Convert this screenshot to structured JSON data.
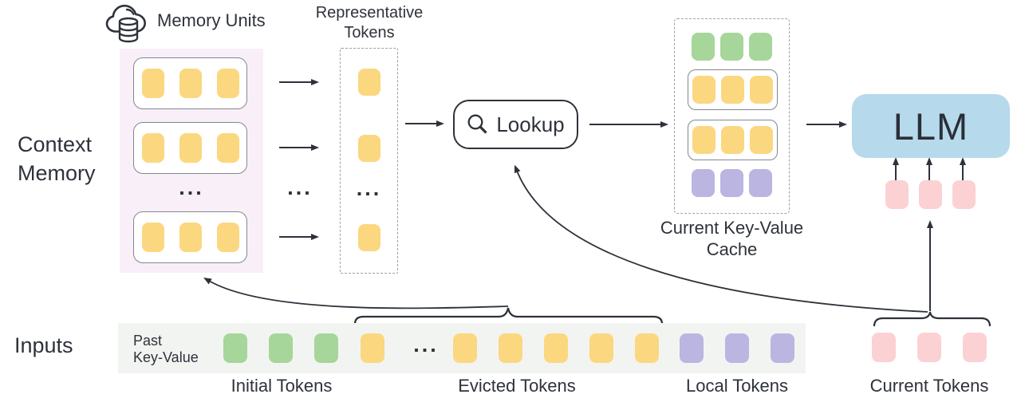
{
  "palette": {
    "yellow": "#fbd780",
    "green": "#a6d69a",
    "purple": "#bab5e1",
    "pink": "#fcd1d3",
    "ink": "#2e323a",
    "llm_blue": "#b6daec",
    "memory_bg": "#f9eff8",
    "strip_bg": "#f2f4f2"
  },
  "labels": {
    "memory_units": "Memory Units",
    "representative_line1": "Representative",
    "representative_line2": "Tokens",
    "context_line1": "Context",
    "context_line2": "Memory",
    "inputs": "Inputs",
    "lookup": "Lookup",
    "llm": "LLM",
    "cache_line1": "Current Key-Value",
    "cache_line2": "Cache",
    "past_line1": "Past",
    "past_line2": "Key-Value",
    "initial_tokens": "Initial Tokens",
    "evicted_tokens": "Evicted Tokens",
    "local_tokens": "Local Tokens",
    "current_tokens": "Current Tokens",
    "ellipsis": "..."
  },
  "memory": {
    "rows": [
      {
        "count": 3,
        "color": "yellow"
      },
      {
        "count": 3,
        "color": "yellow"
      },
      {
        "count": 3,
        "color": "yellow"
      }
    ]
  },
  "representative": {
    "tokens": [
      {
        "count": 1,
        "color": "yellow"
      },
      {
        "count": 1,
        "color": "yellow"
      },
      {
        "count": 1,
        "color": "yellow"
      }
    ]
  },
  "cache": {
    "rows": [
      {
        "count": 3,
        "color": "green",
        "boxed": false
      },
      {
        "count": 3,
        "color": "yellow",
        "boxed": true
      },
      {
        "count": 3,
        "color": "yellow",
        "boxed": true
      },
      {
        "count": 3,
        "color": "purple",
        "boxed": false
      }
    ]
  },
  "llm_inputs": {
    "count": 3,
    "color": "pink"
  },
  "current": {
    "count": 3,
    "color": "pink"
  },
  "strip": {
    "initial": {
      "count": 3,
      "color": "green"
    },
    "pre_evicted": {
      "count": 1,
      "color": "yellow"
    },
    "evicted": {
      "count": 5,
      "color": "yellow"
    },
    "local": {
      "count": 3,
      "color": "purple"
    }
  }
}
